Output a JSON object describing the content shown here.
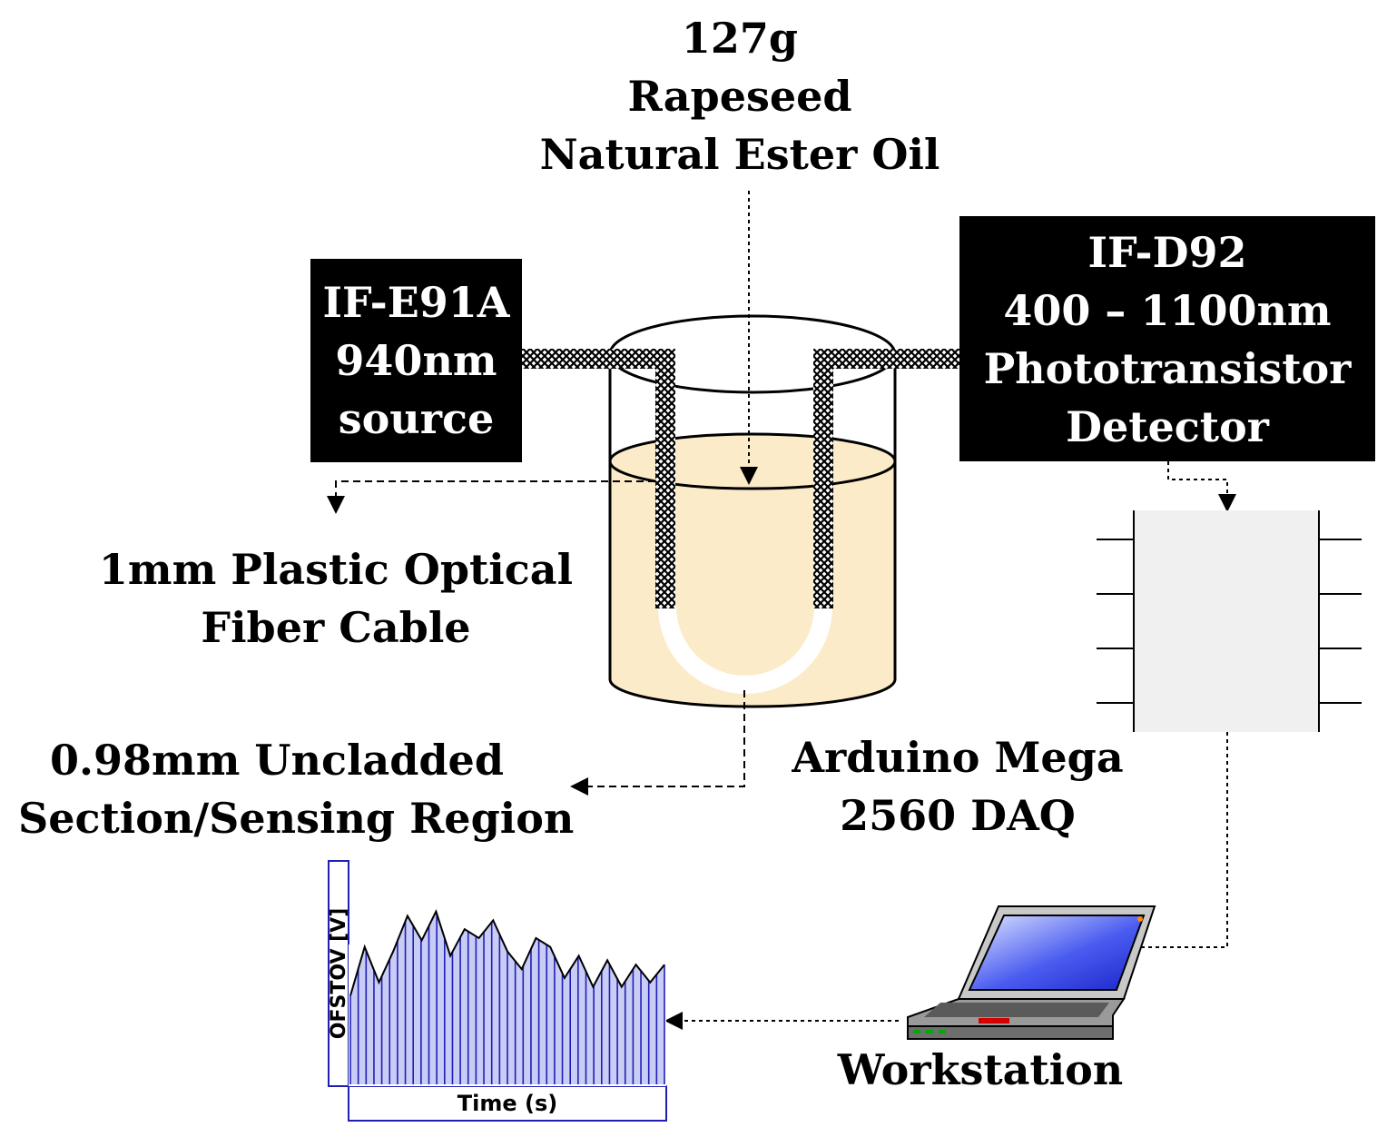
{
  "oil_label": [
    "127g",
    "Rapeseed",
    "Natural Ester Oil"
  ],
  "source_box": [
    "IF-E91A",
    "940nm",
    "source"
  ],
  "detector_box": [
    "IF-D92",
    "400 – 1100nm",
    "Phototransistor",
    "Detector"
  ],
  "fiber_label": [
    "1mm Plastic Optical",
    "Fiber Cable"
  ],
  "sensing_label": [
    "0.98mm Uncladded",
    "Section/Sensing Region"
  ],
  "daq_label": [
    "Arduino Mega",
    "2560 DAQ"
  ],
  "workstation_label": "Workstation",
  "plot": {
    "ylabel": "OFSTOV [V]",
    "xlabel": "Time (s)",
    "color": "#1f1fb4",
    "trace": [
      0.4,
      0.62,
      0.46,
      0.6,
      0.76,
      0.65,
      0.78,
      0.58,
      0.7,
      0.66,
      0.74,
      0.6,
      0.52,
      0.66,
      0.62,
      0.48,
      0.58,
      0.44,
      0.56,
      0.44,
      0.54,
      0.46,
      0.54
    ]
  },
  "colors": {
    "oil": "#fcebc9",
    "box": "#000000",
    "daq": "#f0f0f0",
    "screen": "#3a4ee8"
  }
}
